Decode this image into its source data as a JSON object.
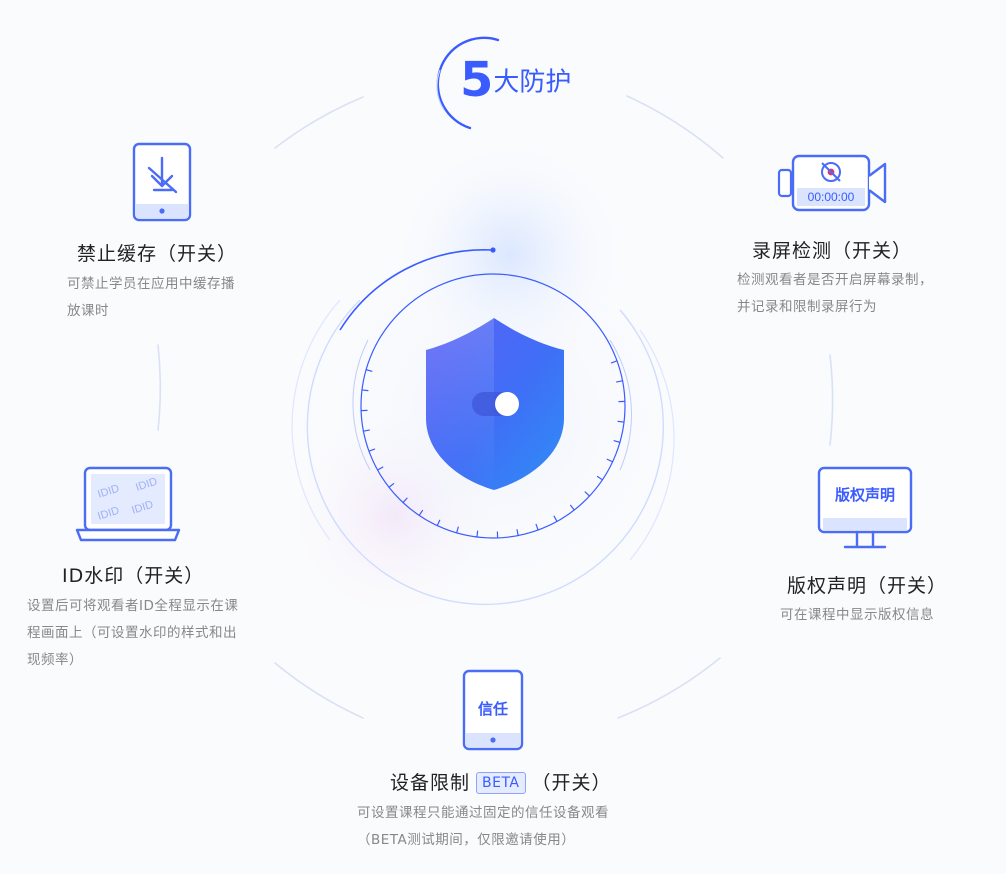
{
  "heading": {
    "number": "5",
    "text": "大防护"
  },
  "features": {
    "cache": {
      "title": "禁止缓存（开关）",
      "desc": "可禁止学员在应用中缓存播放课时"
    },
    "record": {
      "title": "录屏检测（开关）",
      "desc": "检测观看者是否开启屏幕录制，并记录和限制录屏行为",
      "icon_text": "00:00:00"
    },
    "watermark": {
      "title": "ID水印（开关）",
      "desc": "设置后可将观看者ID全程显示在课程画面上（可设置水印的样式和出现频率）",
      "icon_text": "IDID"
    },
    "copyright": {
      "title": "版权声明（开关）",
      "desc": "可在课程中显示版权信息",
      "icon_text": "版权声明"
    },
    "device": {
      "title": "设备限制",
      "badge": "BETA",
      "suffix": "（开关）",
      "desc_line1": "可设置课程只能通过固定的信任设备观看",
      "desc_line2": "（BETA测试期间，仅限邀请使用）",
      "icon_text": "信任"
    }
  },
  "colors": {
    "accent": "#3a5cff",
    "icon_blue": "#4a6cf7",
    "title": "#222222",
    "desc": "#888888"
  },
  "icons": [
    "no-cache-icon",
    "screen-record-icon",
    "watermark-laptop-icon",
    "copyright-monitor-icon",
    "trusted-phone-icon",
    "shield-toggle-icon"
  ]
}
